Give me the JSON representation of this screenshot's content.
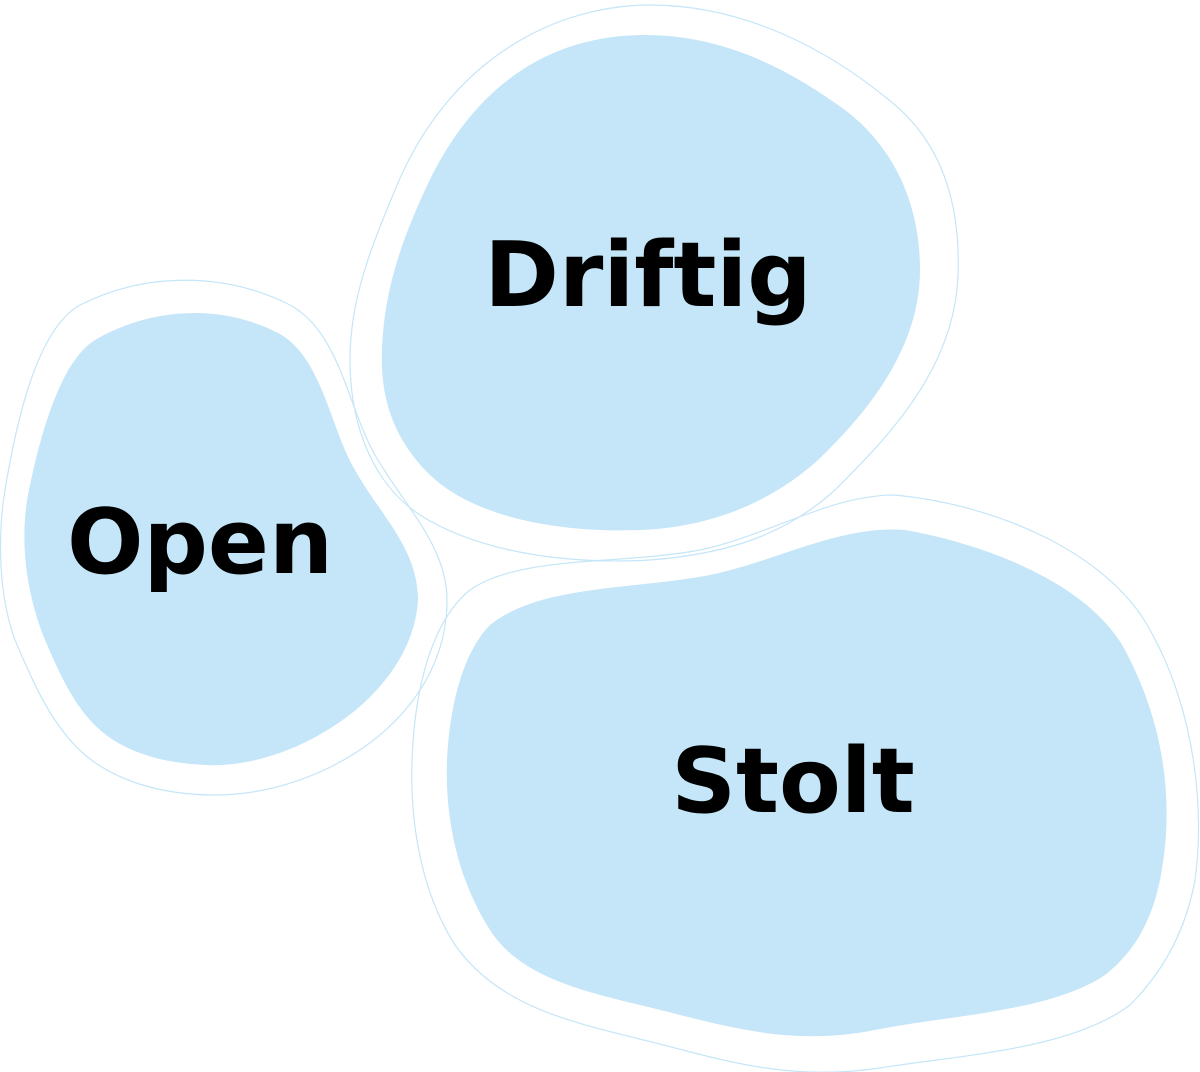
{
  "diagram": {
    "colors": {
      "blob_fill": "#c5e6f8",
      "blob_outline": "#c5e6f8",
      "label_text": "#000000",
      "background": "#ffffff"
    },
    "blobs": [
      {
        "id": "open",
        "label": "Open"
      },
      {
        "id": "driftig",
        "label": "Driftig"
      },
      {
        "id": "stolt",
        "label": "Stolt"
      }
    ]
  }
}
